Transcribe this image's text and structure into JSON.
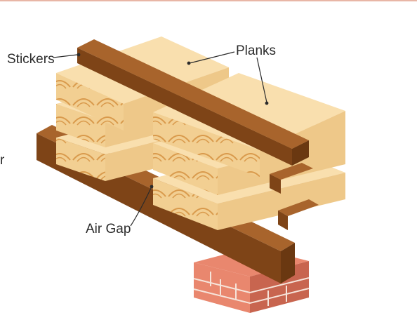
{
  "labels": {
    "stickers": "Stickers",
    "planks": "Planks",
    "air_gap": "Air Gap"
  },
  "edge_text": {
    "left_fragment": "r"
  },
  "colors": {
    "plank_top": "#f9dfae",
    "plank_end_grain": "#f2cf92",
    "plank_side": "#eec889",
    "grain_line": "#d99a4c",
    "sticker_top": "#a8642c",
    "sticker_side": "#7e4417",
    "brick": "#e9876e",
    "brick_dark": "#c8654f",
    "mortar": "#f6e4da",
    "top_rule": "#e8b6a6"
  }
}
